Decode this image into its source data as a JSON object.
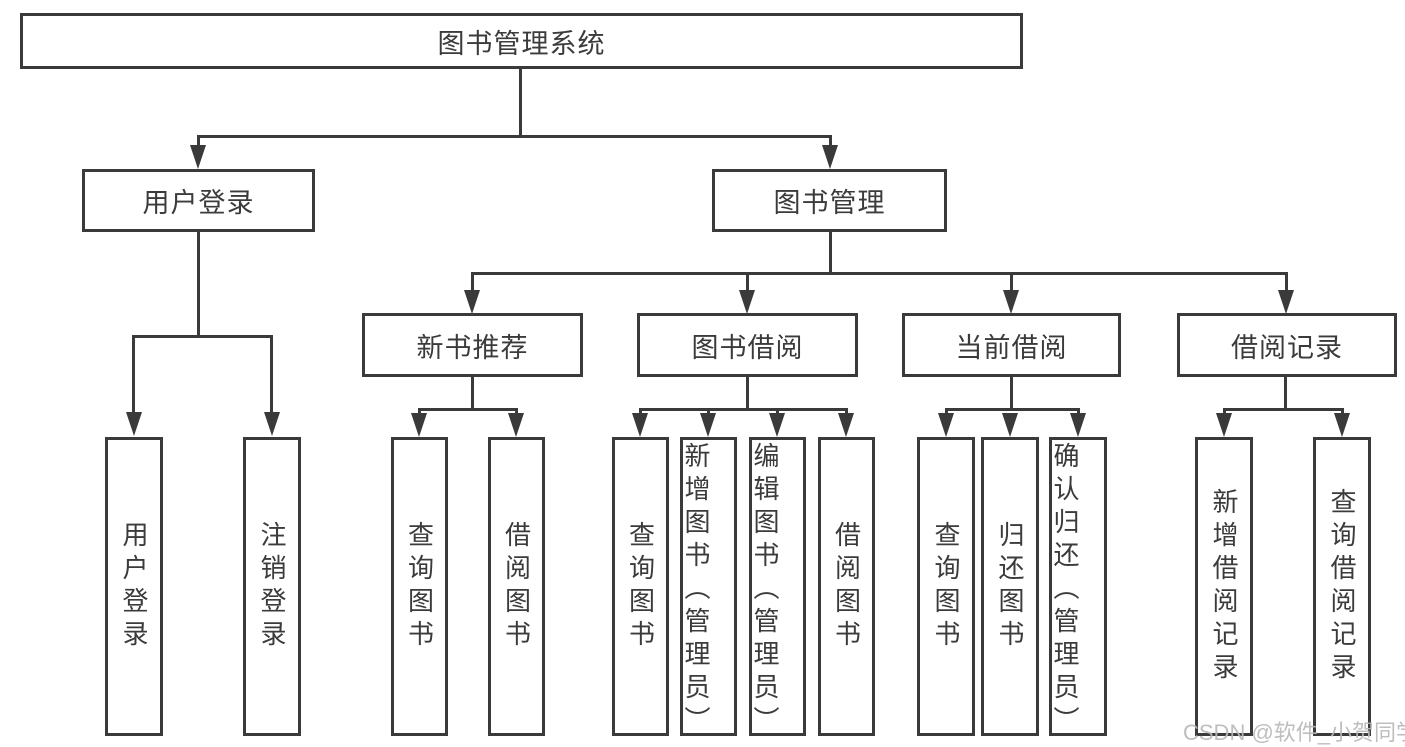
{
  "diagram": {
    "root": "图书管理系统",
    "level2": {
      "user_login": "用户登录",
      "book_mgmt": "图书管理"
    },
    "level3": {
      "new_book_rec": "新书推荐",
      "book_borrow": "图书借阅",
      "current_borrow": "当前借阅",
      "borrow_records": "借阅记录"
    },
    "leaves": {
      "user_login_children": {
        "login": "用户登录",
        "logout": "注销登录"
      },
      "new_book_rec_children": {
        "query_book": "查询图书",
        "borrow_book": "借阅图书"
      },
      "book_borrow_children": {
        "query_book": "查询图书",
        "add_book": "新增图书（管理员）",
        "edit_book": "编辑图书（管理员）",
        "borrow_book": "借阅图书"
      },
      "current_borrow_children": {
        "query_book": "查询图书",
        "return_book": "归还图书",
        "confirm_return": "确认归还（管理员）"
      },
      "borrow_records_children": {
        "add_record": "新增借阅记录",
        "query_record": "查询借阅记录"
      }
    }
  },
  "watermark": "CSDN @软件_小贺同学",
  "colors": {
    "line": "#3a3a3a",
    "text": "#3b3b3b",
    "box_background": "#ffffff",
    "watermark": "#b9b9b9"
  }
}
